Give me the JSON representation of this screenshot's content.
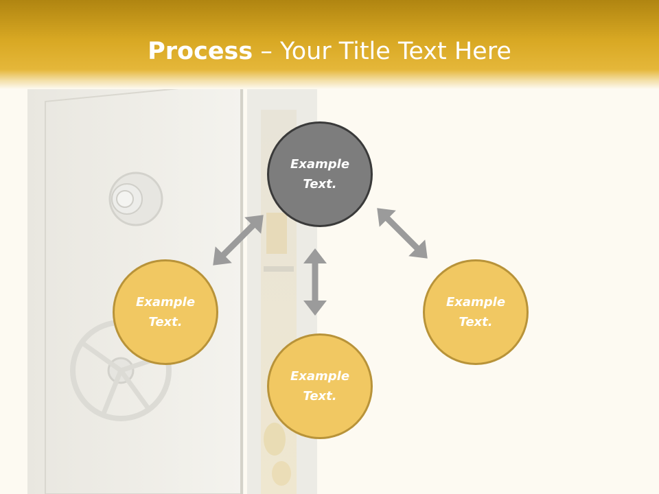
{
  "slide": {
    "title_bold": "Process",
    "title_rest": " – Your Title Text Here",
    "nodes": {
      "top": "Example\nText.",
      "left": "Example\nText.",
      "right": "Example\nText.",
      "bottom": "Example\nText."
    }
  },
  "colors": {
    "header": "#d8a823",
    "node_fill": "#f1c862",
    "node_border": "#b89339",
    "center_fill": "#7d7d7d",
    "arrow": "#9b9b9b"
  },
  "icons": [
    "vault-door-image",
    "double-arrow-icon"
  ]
}
